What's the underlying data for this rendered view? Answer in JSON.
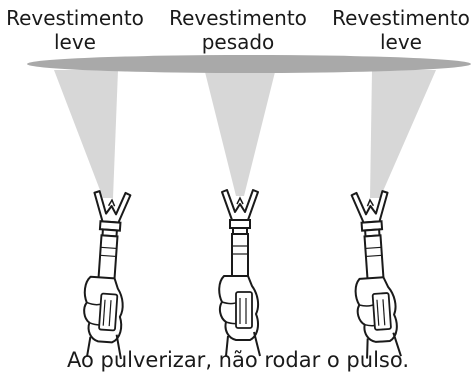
{
  "labels": {
    "left": {
      "line1": "Revestimento",
      "line2": "leve"
    },
    "center": {
      "line1": "Revestimento",
      "line2": "pesado"
    },
    "right": {
      "line1": "Revestimento",
      "line2": "leve"
    }
  },
  "caption": "Ao pulverizar, não rodar o pulso.",
  "colors": {
    "surface": "#a9a9a9",
    "spray": "#d7d7d7",
    "outline": "#1a1a1a"
  },
  "icons": [
    "spray-gun-icon",
    "hand-icon",
    "spray-fan-icon"
  ]
}
